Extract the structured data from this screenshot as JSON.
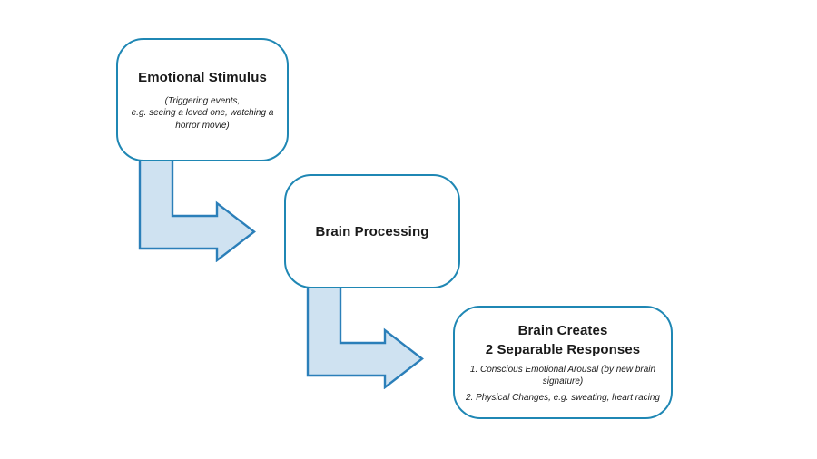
{
  "diagram": {
    "type": "flowchart",
    "colors": {
      "background": "#ffffff",
      "box_border": "#1f87b4",
      "arrow_fill": "#cfe2f1",
      "arrow_border": "#2b7fb9",
      "text": "#1a1a1a"
    },
    "boxes": [
      {
        "id": "emotional-stimulus",
        "title": "Emotional Stimulus",
        "subtitle_lines": [
          "(Triggering events,",
          "e.g. seeing a loved one, watching a",
          "horror movie)"
        ]
      },
      {
        "id": "brain-processing",
        "title": "Brain Processing"
      },
      {
        "id": "brain-creates-responses",
        "title_lines": [
          "Brain Creates",
          "2 Separable Responses"
        ],
        "items": [
          "1. Conscious Emotional Arousal (by new brain signature)",
          "2. Physical Changes, e.g. sweating, heart racing"
        ]
      }
    ],
    "connectors": [
      {
        "from": "emotional-stimulus",
        "to": "brain-processing",
        "shape": "bent-arrow-down-right"
      },
      {
        "from": "brain-processing",
        "to": "brain-creates-responses",
        "shape": "bent-arrow-down-right"
      }
    ]
  }
}
